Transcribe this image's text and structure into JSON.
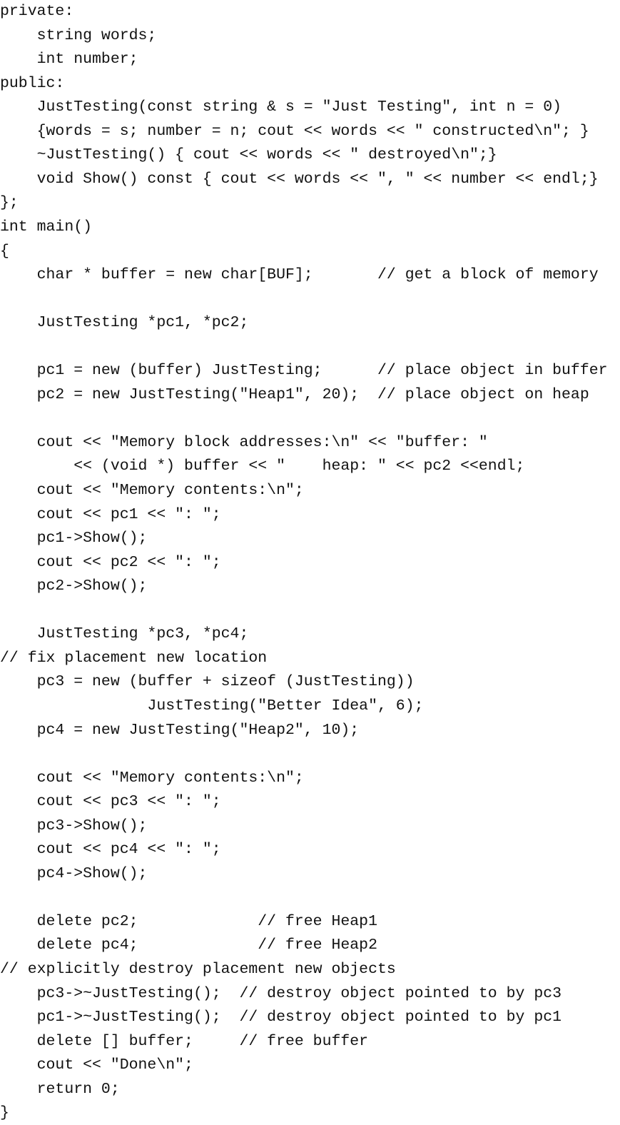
{
  "code": {
    "lines": [
      "private:",
      "    string words;",
      "    int number;",
      "public:",
      "    JustTesting(const string & s = \"Just Testing\", int n = 0)",
      "    {words = s; number = n; cout << words << \" constructed\\n\"; }",
      "    ~JustTesting() { cout << words << \" destroyed\\n\";}",
      "    void Show() const { cout << words << \", \" << number << endl;}",
      "};",
      "int main()",
      "{",
      "    char * buffer = new char[BUF];       // get a block of memory",
      "",
      "    JustTesting *pc1, *pc2;",
      "",
      "    pc1 = new (buffer) JustTesting;      // place object in buffer",
      "    pc2 = new JustTesting(\"Heap1\", 20);  // place object on heap",
      "",
      "    cout << \"Memory block addresses:\\n\" << \"buffer: \"",
      "        << (void *) buffer << \"    heap: \" << pc2 <<endl;",
      "    cout << \"Memory contents:\\n\";",
      "    cout << pc1 << \": \";",
      "    pc1->Show();",
      "    cout << pc2 << \": \";",
      "    pc2->Show();",
      "",
      "    JustTesting *pc3, *pc4;",
      "// fix placement new location",
      "    pc3 = new (buffer + sizeof (JustTesting))",
      "                JustTesting(\"Better Idea\", 6);",
      "    pc4 = new JustTesting(\"Heap2\", 10);",
      "",
      "    cout << \"Memory contents:\\n\";",
      "    cout << pc3 << \": \";",
      "    pc3->Show();",
      "    cout << pc4 << \": \";",
      "    pc4->Show();",
      "",
      "    delete pc2;             // free Heap1",
      "    delete pc4;             // free Heap2",
      "// explicitly destroy placement new objects",
      "    pc3->~JustTesting();  // destroy object pointed to by pc3",
      "    pc1->~JustTesting();  // destroy object pointed to by pc1",
      "    delete [] buffer;     // free buffer",
      "    cout << \"Done\\n\";",
      "    return 0;",
      "}"
    ]
  }
}
